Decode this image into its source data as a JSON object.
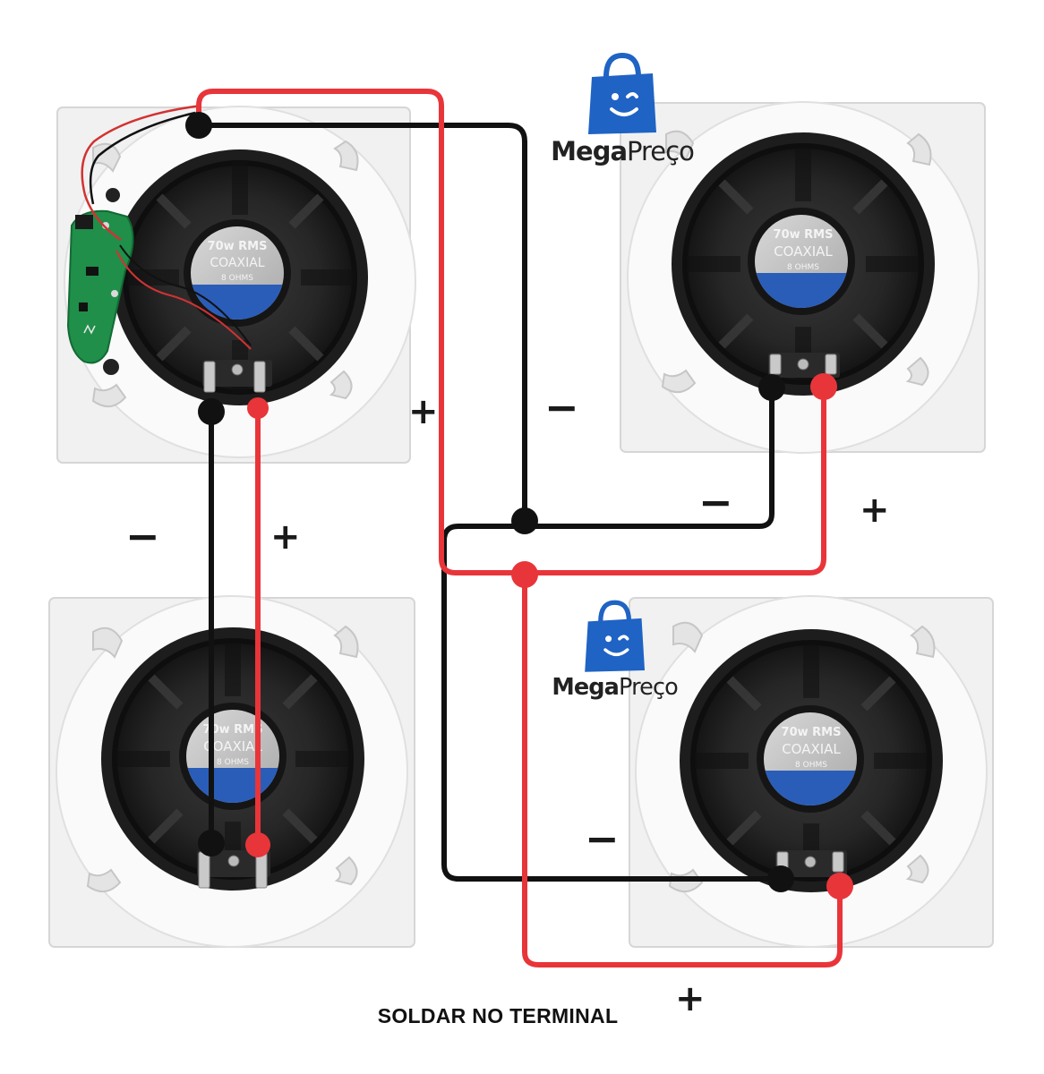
{
  "caption": "SOLDAR NO TERMINAL",
  "brand": {
    "bold": "Mega",
    "regular": "Preço"
  },
  "speaker_label": {
    "line1": "70w RMS",
    "line2": "COAXIAL",
    "line3": "8 OHMS"
  },
  "signs": {
    "plus": "+",
    "minus": "−"
  },
  "colors": {
    "positive_wire": "#e8353a",
    "negative_wire": "#111111",
    "label_blue": "#2a5db8",
    "bag_blue": "#1f63c4"
  },
  "icons": {
    "brand_logo": "shopping-bag-icon"
  }
}
